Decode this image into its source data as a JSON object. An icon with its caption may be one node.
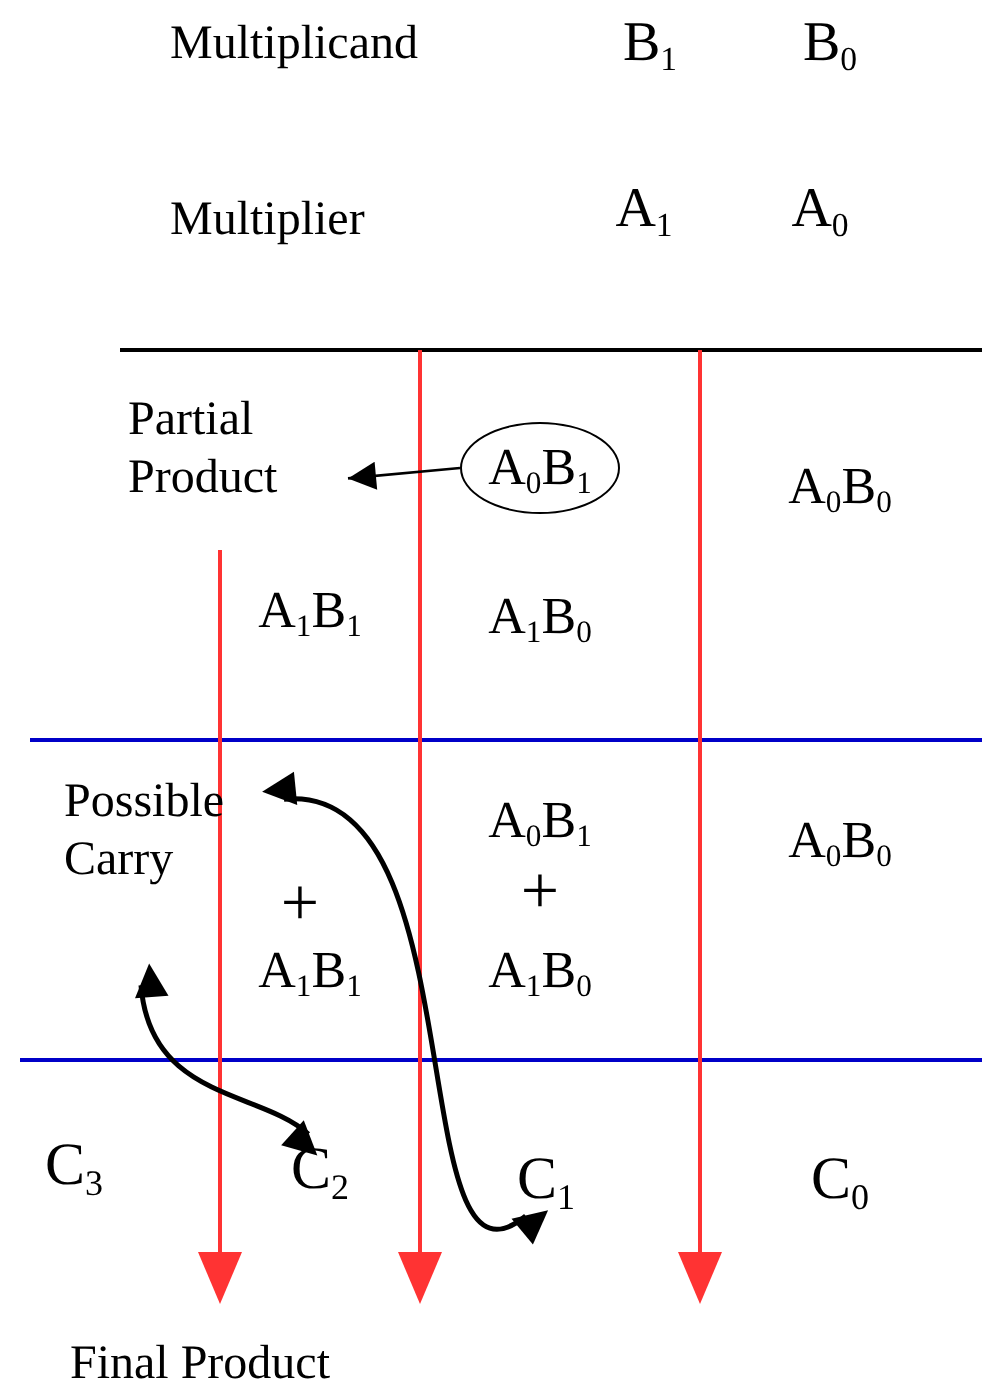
{
  "diagram": {
    "nodes": [
      {
        "text": [
          "Partial Product"
        ]
      },
      {
        "text": [
          "A$_{0}$B$_{1}$"
        ]
      },
      {
        "text": [
          "Possible Carry"
        ]
      },
      {
        "text": [
          "C$_{2}$"
        ]
      },
      {
        "text": [
          "C$_{1}$"
        ]
      }
    ],
    "edges": [
      {
        "from": 1,
        "to": 0,
        "arrow": "to"
      },
      {
        "from": 4,
        "to": 2,
        "arrow": "both"
      },
      {
        "from": 3,
        "to": 2,
        "arrow": "both"
      }
    ],
    "labels": [
      "Multiplicand",
      "B$_{1}$",
      "B$_{0}$",
      "Multiplier",
      "A$_{1}$",
      "A$_{0}$",
      "A$_{0}$B$_{0}$",
      "A$_{1}$B$_{1}$",
      "A$_{1}$B$_{0}$",
      "A$_{0}$B$_{1}$",
      "A$_{0}$B$_{0}$",
      "+",
      "+",
      "A$_{1}$B$_{1}$",
      "A$_{1}$B$_{0}$",
      "C$_{3}$",
      "C$_{0}$",
      "Final Product"
    ]
  }
}
